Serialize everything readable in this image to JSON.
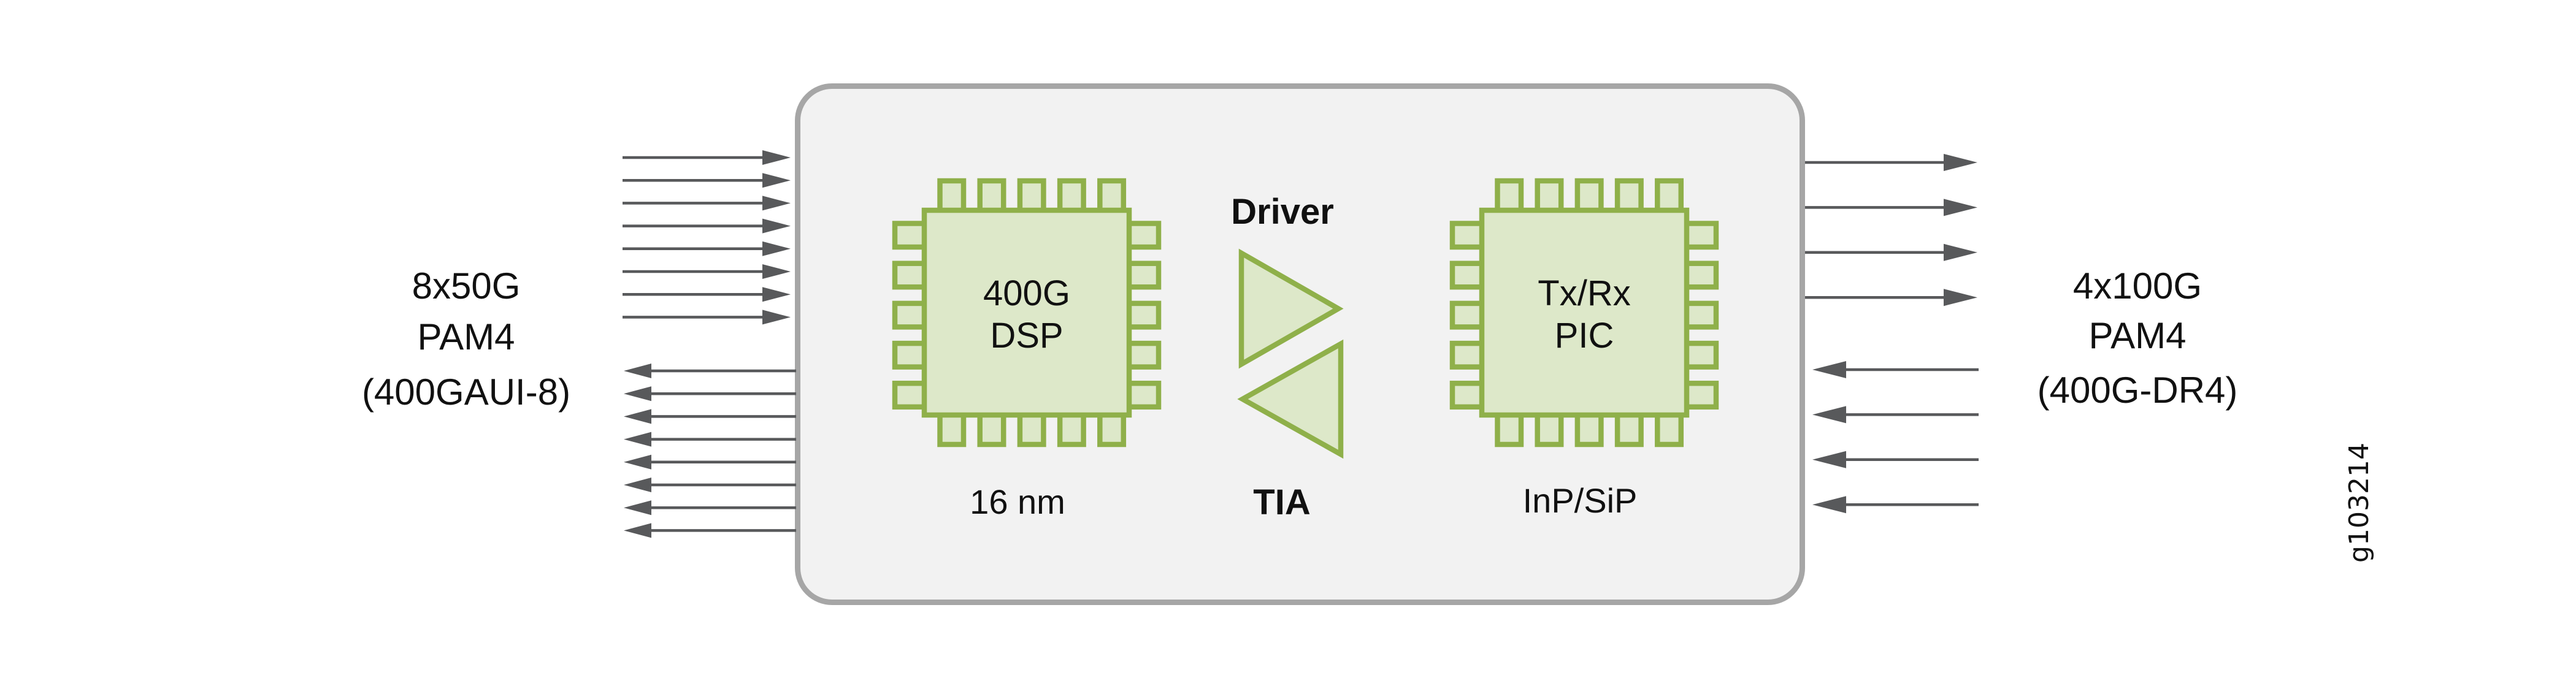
{
  "diagram": {
    "left_interface": {
      "lines": [
        "8x50G",
        "PAM4",
        "(400GAUI-8)"
      ],
      "tx_lanes": 8,
      "rx_lanes": 8
    },
    "right_interface": {
      "lines": [
        "4x100G",
        "PAM4",
        "(400G-DR4)"
      ],
      "tx_lanes": 4,
      "rx_lanes": 4
    },
    "dsp_chip": {
      "lines": [
        "400G",
        "DSP"
      ],
      "process_label": "16 nm"
    },
    "amplifiers": {
      "driver_label": "Driver",
      "tia_label": "TIA"
    },
    "pic_chip": {
      "lines": [
        "Tx/Rx",
        "PIC"
      ],
      "process_label": "InP/SiP"
    },
    "figure_id": "g103214",
    "colors": {
      "module_fill": "#f2f2f2",
      "module_border": "#a6a6a6",
      "chip_fill": "#dde8c9",
      "chip_border": "#8fb04a",
      "arrow": "#58595b",
      "text": "#111111"
    }
  }
}
